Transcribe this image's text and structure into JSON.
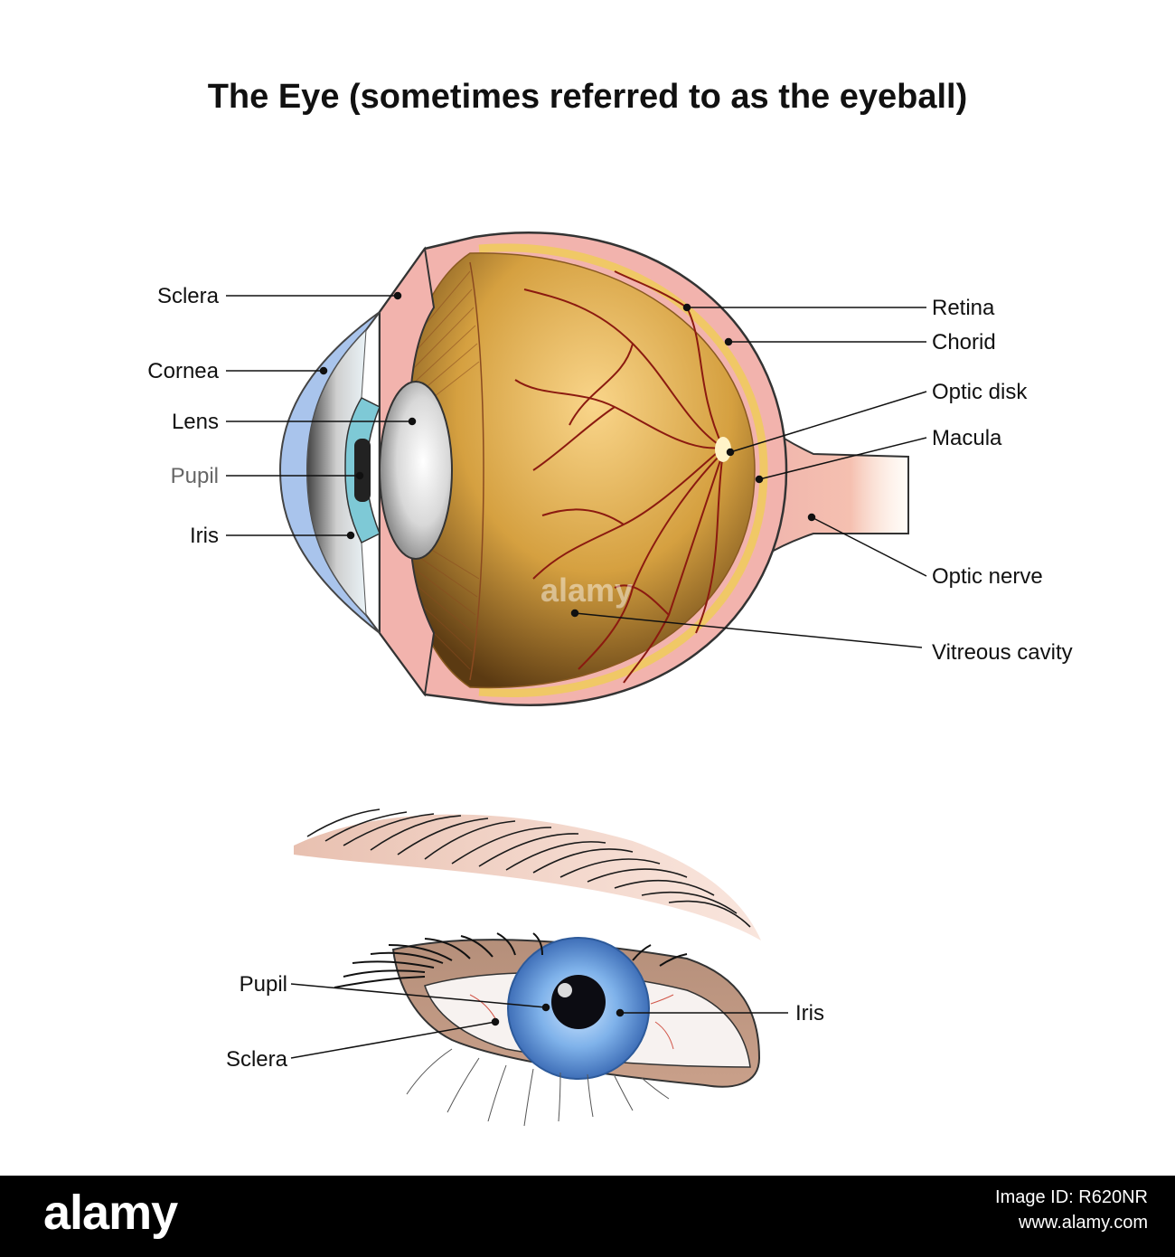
{
  "title": "The Eye (sometimes referred to as the eyeball)",
  "cross_section_labels": {
    "sclera": "Sclera",
    "cornea": "Cornea",
    "lens": "Lens",
    "pupil": "Pupil",
    "iris": "Iris",
    "retina": "Retina",
    "chorid": "Chorid",
    "optic_disk": "Optic disk",
    "macula": "Macula",
    "optic_nerve": "Optic nerve",
    "vitreous_cavity": "Vitreous cavity"
  },
  "front_view_labels": {
    "pupil": "Pupil",
    "sclera": "Sclera",
    "iris": "Iris"
  },
  "watermark": {
    "logo": "alamy",
    "image_id_label": "Image ID: R620NR",
    "site": "www.alamy.com"
  },
  "colors": {
    "sclera_pink": "#f2b3ad",
    "vitreous_gold": "#c8902a",
    "vessel_red": "#8b1a10",
    "iris_blue": "#5a9be0",
    "cornea_blue": "#a9c4ec",
    "chorid_yellow": "#f0c866"
  }
}
